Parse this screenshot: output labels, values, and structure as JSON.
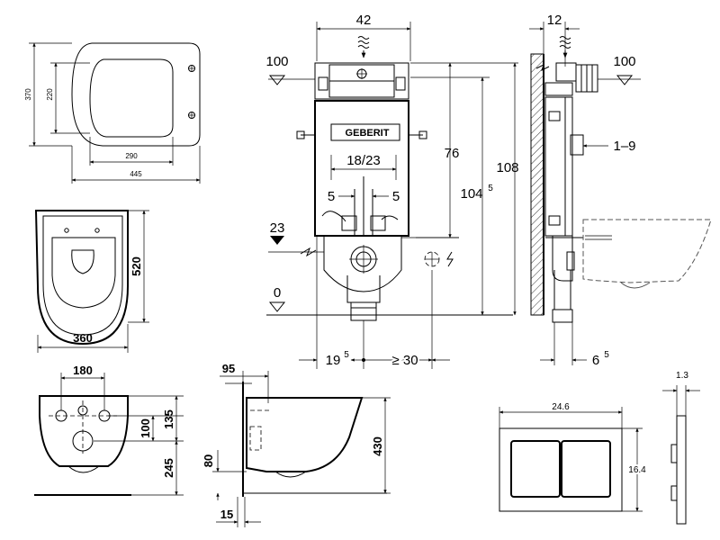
{
  "seat": {
    "dim_width_outer": "445",
    "dim_width_inner": "290",
    "dim_height_outer": "370",
    "dim_height_inner": "220"
  },
  "bowl_top": {
    "dim_length": "520",
    "dim_width": "360"
  },
  "bowl_front": {
    "dim_hole_spacing": "180",
    "dim_135": "135",
    "dim_100": "100",
    "dim_245": "245"
  },
  "bowl_side": {
    "dim_95": "95",
    "dim_80": "80",
    "dim_15": "15",
    "dim_430": "430"
  },
  "frame_front": {
    "dim_width": "42",
    "level_top": "100",
    "dim_76": "76",
    "dim_104": "104",
    "dim_104_sup": "5",
    "dim_108": "108",
    "dim_connector": "18/23",
    "dim_5_left": "5",
    "dim_5_right": "5",
    "level_23": "23",
    "level_0": "0",
    "dim_19": "19",
    "dim_19_sup": "5",
    "dim_min_30": "≥ 30",
    "brand": "GEBERIT"
  },
  "frame_side": {
    "dim_12": "12",
    "level_top": "100",
    "dim_range": "1–9",
    "dim_6": "6",
    "dim_6_sup": "5"
  },
  "plate": {
    "dim_width": "24.6",
    "dim_height": "16.4",
    "dim_depth": "1.3"
  }
}
